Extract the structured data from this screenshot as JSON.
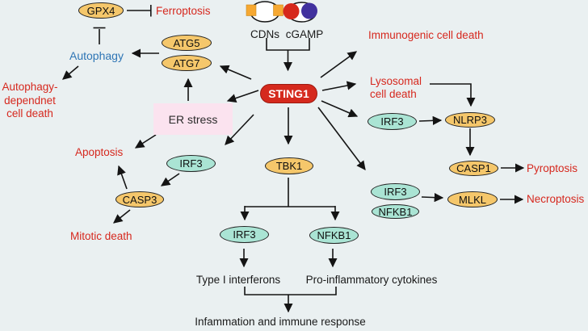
{
  "figure": {
    "description": "STING1 signaling pathway diagram linking cGAMP/CDN sensing to cell death modes and immune response"
  },
  "ligands": {
    "cdns": "CDNs",
    "cgamp": "cGAMP"
  },
  "nodes": {
    "sting1": "STING1",
    "gpx4": "GPX4",
    "atg5": "ATG5",
    "atg7": "ATG7",
    "tbk1": "TBK1",
    "irf3": "IRF3",
    "nfkb1": "NFKB1",
    "casp3": "CASP3",
    "casp1": "CASP1",
    "nlrp3": "NLRP3",
    "mlkl": "MLKL",
    "er_stress": "ER stress"
  },
  "processes": {
    "autophagy": "Autophagy"
  },
  "outcomes": {
    "ferroptosis": "Ferroptosis",
    "autophagy_dependent_lines": [
      "Autophagy-",
      "dependnet",
      "cell death"
    ],
    "apoptosis": "Apoptosis",
    "mitotic_death": "Mitotic death",
    "immunogenic": "Immunogenic cell death",
    "lysosomal_lines": [
      "Lysosomal",
      "cell death"
    ],
    "pyroptosis": "Pyroptosis",
    "necroptosis": "Necroptosis"
  },
  "signals": {
    "type1_ifn": "Type I interferons",
    "proinflammatory": "Pro-inflammatory cytokines",
    "inflammation": "Infammation and immune response"
  },
  "edges": [
    {
      "from": "CDNs/cGAMP",
      "to": "STING1",
      "type": "activates"
    },
    {
      "from": "STING1",
      "to": "ATG5/ATG7",
      "type": "activates"
    },
    {
      "from": "ATG5/ATG7",
      "to": "Autophagy",
      "type": "activates"
    },
    {
      "from": "Autophagy",
      "to": "GPX4",
      "type": "inhibits"
    },
    {
      "from": "GPX4",
      "to": "Ferroptosis",
      "type": "inhibits"
    },
    {
      "from": "Autophagy",
      "to": "Autophagy-dependnet cell death",
      "type": "activates"
    },
    {
      "from": "STING1",
      "to": "ER stress",
      "type": "activates"
    },
    {
      "from": "ER stress",
      "to": "ATG5/ATG7",
      "type": "activates"
    },
    {
      "from": "ER stress",
      "to": "Apoptosis",
      "type": "activates"
    },
    {
      "from": "STING1",
      "to": "IRF3",
      "type": "activates"
    },
    {
      "from": "IRF3",
      "to": "CASP3",
      "type": "activates"
    },
    {
      "from": "CASP3",
      "to": "Apoptosis",
      "type": "activates"
    },
    {
      "from": "CASP3",
      "to": "Mitotic death",
      "type": "activates"
    },
    {
      "from": "STING1",
      "to": "TBK1",
      "type": "activates"
    },
    {
      "from": "TBK1",
      "to": "IRF3",
      "type": "activates"
    },
    {
      "from": "TBK1",
      "to": "NFKB1",
      "type": "activates"
    },
    {
      "from": "IRF3",
      "to": "Type I interferons",
      "type": "activates"
    },
    {
      "from": "NFKB1",
      "to": "Pro-inflammatory cytokines",
      "type": "activates"
    },
    {
      "from": "Type I interferons/Pro-inflammatory cytokines",
      "to": "Infammation and immune response",
      "type": "activates"
    },
    {
      "from": "STING1",
      "to": "Immunogenic cell death",
      "type": "activates"
    },
    {
      "from": "STING1",
      "to": "Lysosomal cell death",
      "type": "activates"
    },
    {
      "from": "Lysosomal cell death",
      "to": "NLRP3",
      "type": "activates"
    },
    {
      "from": "STING1",
      "to": "IRF3 (NLRP3 branch)",
      "type": "activates"
    },
    {
      "from": "IRF3",
      "to": "NLRP3",
      "type": "activates"
    },
    {
      "from": "NLRP3",
      "to": "CASP1",
      "type": "activates"
    },
    {
      "from": "CASP1",
      "to": "Pyroptosis",
      "type": "activates"
    },
    {
      "from": "STING1",
      "to": "IRF3/NFKB1 (necroptosis branch)",
      "type": "activates"
    },
    {
      "from": "IRF3/NFKB1",
      "to": "MLKL",
      "type": "activates"
    },
    {
      "from": "MLKL",
      "to": "Necroptosis",
      "type": "activates"
    }
  ],
  "colors": {
    "background": "#eaf0f1",
    "node_orange": "#f5c76b",
    "node_teal": "#aae4d4",
    "sting_red": "#d5291d",
    "outcome_text_red": "#d6281e",
    "autophagy_text_blue": "#2e75b5",
    "er_stress_pink": "#fbe3ef",
    "cdn_square_orange": "#f6a832",
    "cgamp_red": "#d6281c",
    "cgamp_purple": "#41319e",
    "line_black": "#141414"
  }
}
